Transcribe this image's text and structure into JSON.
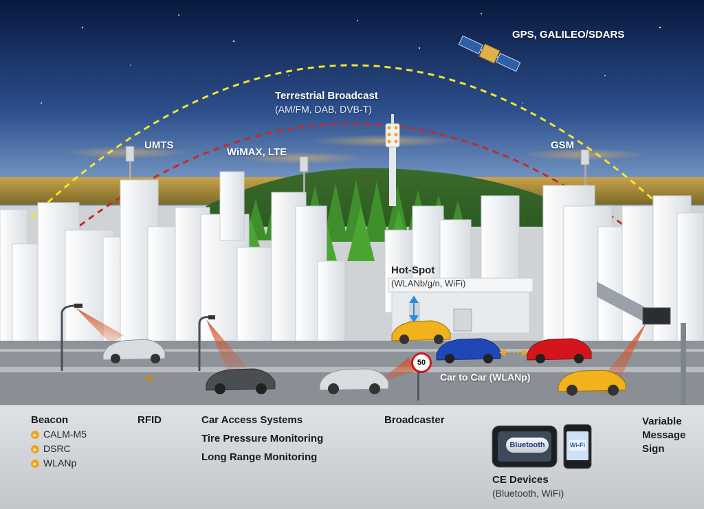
{
  "sky_labels": {
    "gps": "GPS, GALILEO/SDARS",
    "terrestrial_title": "Terrestrial Broadcast",
    "terrestrial_sub": "(AM/FM, DAB, DVB-T)",
    "umts": "UMTS",
    "wimax": "WiMAX, LTE",
    "gsm": "GSM"
  },
  "hotspot": {
    "title": "Hot-Spot",
    "sub": "(WLANb/g/n, WiFi)"
  },
  "road": {
    "speed_sign": "50",
    "car_to_car": "Car to Car (WLANp)"
  },
  "bottom_labels": {
    "beacon": "Beacon",
    "beacon_items": [
      "CALM-M5",
      "DSRC",
      "WLANp"
    ],
    "rfid": "RFID",
    "car_access": "Car Access Systems",
    "tire_pressure": "Tire Pressure Monitoring",
    "long_range": "Long Range Monitoring",
    "broadcaster": "Broadcaster",
    "vms_line1": "Variable",
    "vms_line2": "Message",
    "vms_line3": "Sign",
    "ce_title": "CE Devices",
    "ce_sub": "(Bluetooth, WiFi)"
  },
  "devices": {
    "bluetooth": "Bluetooth",
    "wifi": "Wi-Fi"
  },
  "colors": {
    "sky_top": "#0b1f4a",
    "sky_bottom": "#6d92c4",
    "arc_yellow": "#f4e52a",
    "arc_red": "#c8282a",
    "forest": "#3f8f2c",
    "road": "#8e9399",
    "accent_orange": "#f2a31f",
    "car_yellow": "#f1b21c",
    "car_blue": "#1f47b8",
    "car_red": "#d4161c",
    "car_silver": "#d9dde1",
    "car_dark": "#4a4d52"
  }
}
